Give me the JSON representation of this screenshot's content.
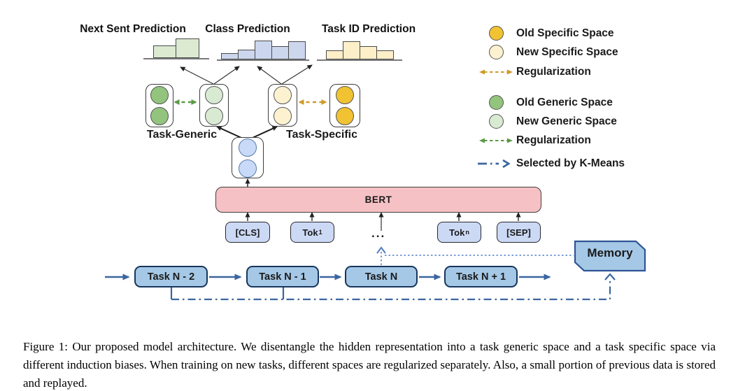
{
  "figure": {
    "charts": [
      {
        "title": "Next Sent Prediction",
        "fill": "#dcead2",
        "bars": [
          {
            "w": 33,
            "h": 18
          },
          {
            "w": 34,
            "h": 28
          }
        ]
      },
      {
        "title": "Class Prediction",
        "fill": "#ccd7ee",
        "bars": [
          {
            "w": 25,
            "h": 9
          },
          {
            "w": 25,
            "h": 14
          },
          {
            "w": 25,
            "h": 27
          },
          {
            "w": 25,
            "h": 19
          },
          {
            "w": 25,
            "h": 26
          }
        ]
      },
      {
        "title": "Task ID Prediction",
        "fill": "#fdf0c8",
        "bars": [
          {
            "w": 25,
            "h": 13
          },
          {
            "w": 25,
            "h": 26
          },
          {
            "w": 25,
            "h": 19
          },
          {
            "w": 25,
            "h": 13
          }
        ]
      }
    ],
    "generic_label": "Task-Generic",
    "specific_label": "Task-Specific",
    "bert_label": "BERT",
    "tokens": [
      {
        "text": "[CLS]",
        "sub": ""
      },
      {
        "text": "Tok",
        "sub": "1"
      },
      {
        "text": "...",
        "sub": ""
      },
      {
        "text": "Tok",
        "sub": "n"
      },
      {
        "text": "[SEP]",
        "sub": ""
      }
    ],
    "tasks": [
      {
        "label": "Task N - 2"
      },
      {
        "label": "Task N - 1"
      },
      {
        "label": "Task N"
      },
      {
        "label": "Task N + 1"
      }
    ],
    "memory_label": "Memory",
    "legend": [
      {
        "icon": "old-specific-circle",
        "label": "Old Specific Space"
      },
      {
        "icon": "new-specific-circle",
        "label": "New Specific Space"
      },
      {
        "icon": "orange-dashed-arrow",
        "label": "Regularization"
      },
      {
        "icon": "old-generic-circle",
        "label": "Old Generic Space"
      },
      {
        "icon": "new-generic-circle",
        "label": "New Generic Space"
      },
      {
        "icon": "green-dashed-arrow",
        "label": "Regularization"
      },
      {
        "icon": "kmeans-dashdot-arrow",
        "label": "Selected by K-Means"
      }
    ],
    "colors": {
      "old_specific": "#f1c232",
      "new_specific": "#fdf2d0",
      "old_generic": "#93c47d",
      "new_generic": "#d9ead3",
      "shared_blue": "#c9daf8",
      "bert_fill": "#f5c1c4",
      "token_fill": "#ccd9f5",
      "task_fill": "#a5c8e6",
      "chain_blue": "#3b66a0",
      "dotted_blue": "#7d9ed6",
      "orange_regularization": "#cf9b2a",
      "green_regularization": "#6aa84f"
    }
  },
  "caption": "Figure 1: Our proposed model architecture. We disentangle the hidden representation into a task generic space and a task specific space via different induction biases. When training on new tasks, different spaces are regularized separately. Also, a small portion of previous data is stored and replayed."
}
